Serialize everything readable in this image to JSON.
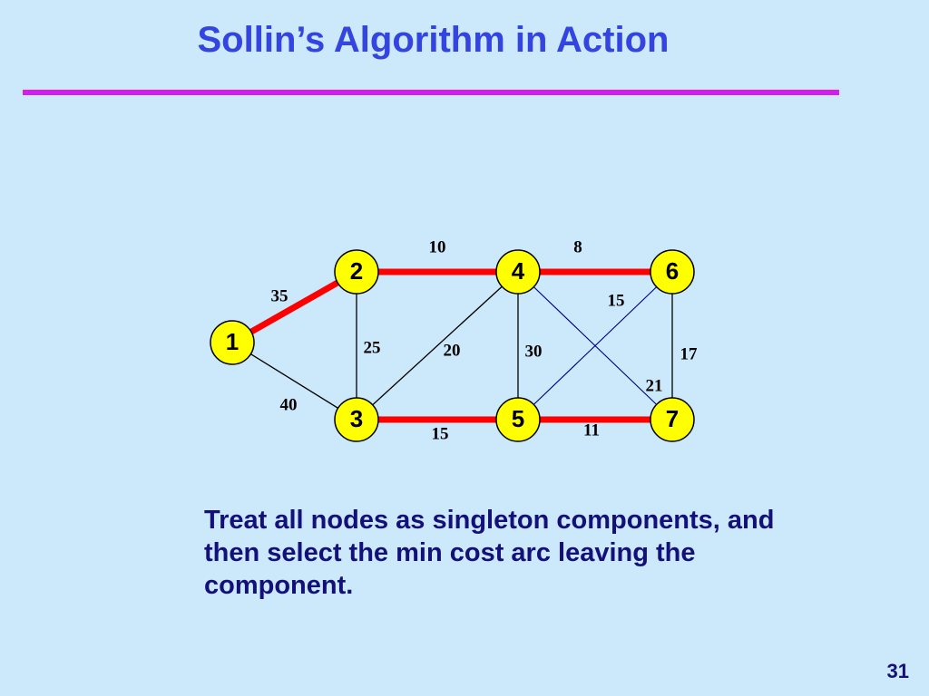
{
  "slide": {
    "title": "Sollin’s Algorithm in Action",
    "caption": "Treat all nodes as singleton components, and then select the min cost arc leaving the component.",
    "page_number": "31"
  },
  "graph": {
    "nodes": [
      {
        "id": "1",
        "label": "1"
      },
      {
        "id": "2",
        "label": "2"
      },
      {
        "id": "3",
        "label": "3"
      },
      {
        "id": "4",
        "label": "4"
      },
      {
        "id": "5",
        "label": "5"
      },
      {
        "id": "6",
        "label": "6"
      },
      {
        "id": "7",
        "label": "7"
      }
    ],
    "edges": [
      {
        "from": "1",
        "to": "2",
        "weight": "35",
        "selected": true
      },
      {
        "from": "1",
        "to": "3",
        "weight": "40",
        "selected": false
      },
      {
        "from": "2",
        "to": "4",
        "weight": "10",
        "selected": true
      },
      {
        "from": "2",
        "to": "3",
        "weight": "25",
        "selected": false
      },
      {
        "from": "4",
        "to": "6",
        "weight": "8",
        "selected": true
      },
      {
        "from": "4",
        "to": "3",
        "weight": "20",
        "selected": false
      },
      {
        "from": "4",
        "to": "5",
        "weight": "30",
        "selected": false
      },
      {
        "from": "4",
        "to": "7",
        "weight": "21",
        "selected": false
      },
      {
        "from": "6",
        "to": "5",
        "weight": "15",
        "selected": false
      },
      {
        "from": "6",
        "to": "7",
        "weight": "17",
        "selected": false
      },
      {
        "from": "3",
        "to": "5",
        "weight": "15",
        "selected": true
      },
      {
        "from": "5",
        "to": "7",
        "weight": "11",
        "selected": true
      }
    ],
    "colors": {
      "node_fill": "#ffff00",
      "node_stroke": "#000000",
      "selected_edge": "#ff0000",
      "edge_black": "#000000",
      "edge_navy": "#000080"
    },
    "edge_styles": {
      "6-5": "navy",
      "4-7": "navy"
    }
  }
}
